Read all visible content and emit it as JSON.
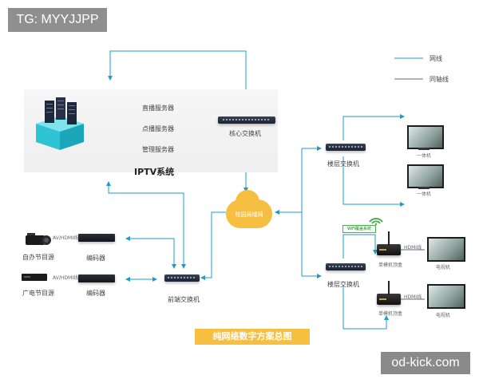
{
  "watermarks": {
    "top_left": "TG: MYYJJPP",
    "bottom_right": "od-kick.com"
  },
  "legend": {
    "network_line": "网线",
    "coax_line": "同轴线",
    "network_color": "#1a9ec9",
    "coax_color": "#5b6b8a"
  },
  "iptv": {
    "title": "IPTV系统",
    "servers": [
      "直播服务器",
      "点播服务器",
      "管理服务器"
    ]
  },
  "core_switch": "核心交换机",
  "cloud": "校园局域网",
  "front_switch": "前端交换机",
  "sources": [
    {
      "label": "自办节目源",
      "link": "AV/HDMI线",
      "encoder": "编码器"
    },
    {
      "label": "广电节目源",
      "link": "AV/HDMI线",
      "encoder": "编码器"
    }
  ],
  "floor_switches": [
    "楼层交换机",
    "楼层交换机"
  ],
  "all_in_one": [
    "一体机",
    "一体机"
  ],
  "wifi_tag": "WiFi覆盖系统",
  "set_top_boxes": [
    {
      "label": "单模机顶盒",
      "link": "HDMI线",
      "tv": "电视机"
    },
    {
      "label": "单模机顶盒",
      "link": "HDMI线",
      "tv": "电视机"
    }
  ],
  "banner": "纯网络数字方案总图",
  "colors": {
    "accent": "#1a9ec9",
    "banner": "#f7bf41",
    "server_cube": "#2fc3d6"
  }
}
